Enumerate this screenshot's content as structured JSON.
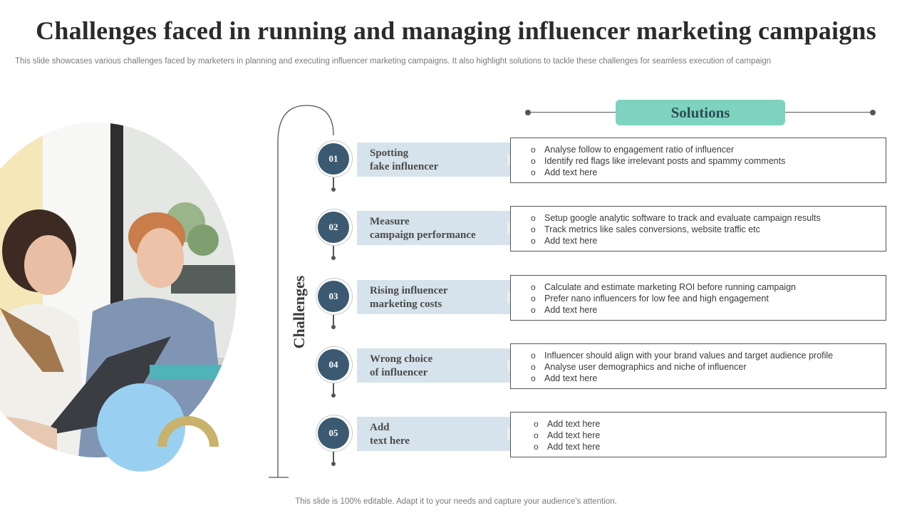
{
  "title": "Challenges faced in running and managing influencer marketing campaigns",
  "subtitle": "This slide showcases various challenges faced by marketers in planning and executing influencer marketing campaigns. It also highlight solutions to tackle these challenges for seamless execution of campaign",
  "side_label": "Challenges",
  "solutions_header": "Solutions",
  "bullet_glyph": "o",
  "rows": [
    {
      "num": "01",
      "challenge": "Spotting\nfake influencer",
      "solutions": [
        "Analyse follow to engagement ratio of influencer",
        "Identify red flags like irrelevant  posts and spammy comments",
        "Add text here"
      ]
    },
    {
      "num": "02",
      "challenge": "Measure\ncampaign performance",
      "solutions": [
        "Setup google analytic software to track and evaluate campaign results",
        "Track metrics like sales conversions, website traffic etc",
        "Add text here"
      ]
    },
    {
      "num": "03",
      "challenge": "Rising influencer\nmarketing costs",
      "solutions": [
        "Calculate and estimate marketing ROI before running campaign",
        "Prefer nano influencers for low fee and high engagement",
        "Add text here"
      ]
    },
    {
      "num": "04",
      "challenge": "Wrong choice\nof influencer",
      "solutions": [
        "Influencer  should align with your brand values  and target audience profile",
        "Analyse user demographics and niche of influencer",
        "Add text here"
      ]
    },
    {
      "num": "05",
      "challenge": "Add\ntext here",
      "solutions": [
        "Add text here",
        "Add text here",
        "Add text here"
      ]
    }
  ],
  "footer": "This slide is 100% editable. Adapt it to your needs and capture your audience's attention.",
  "colors": {
    "number_circle": "#3b5a71",
    "challenge_box": "#d6e3ec",
    "solutions_pill": "#7dd3c0",
    "blue_accent": "#99d0f2",
    "gold_accent": "#c8b26c"
  }
}
